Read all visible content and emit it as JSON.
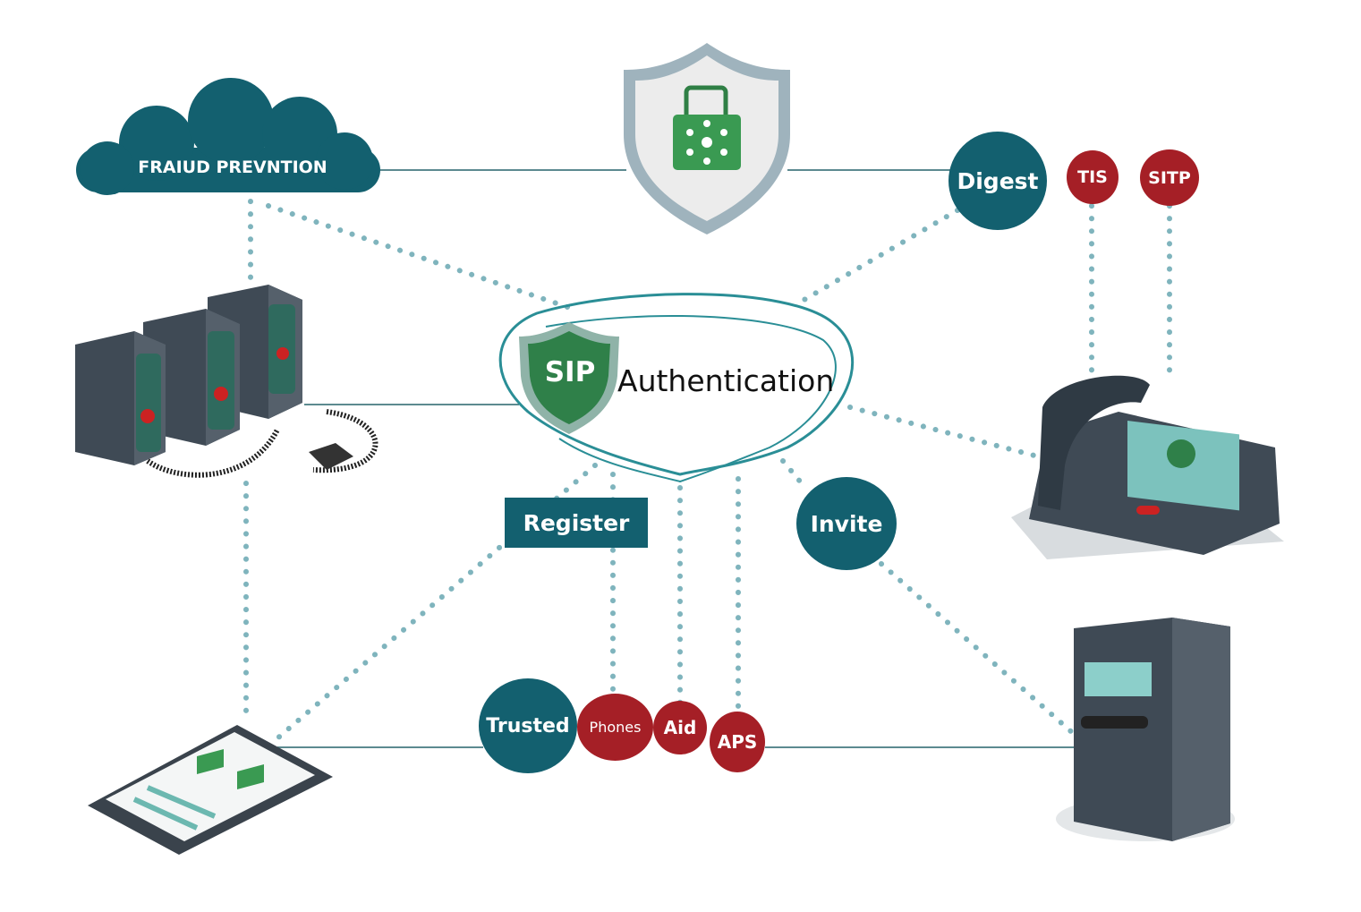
{
  "title": "SIP Authentication",
  "center": {
    "badge": "SIP",
    "label": "Authentication"
  },
  "cloud": {
    "label": "FRAIUD PREVNTION"
  },
  "nodes": {
    "digest": "Digest",
    "tis": "TIS",
    "sitp": "SITP",
    "register": "Register",
    "invite": "Invite",
    "trusted": "Trusted",
    "phones": "Phones",
    "aid": "Aid",
    "aps": "APS"
  },
  "devices": {
    "top_shield": "shield with padlock",
    "left_servers": "server towers with handsets",
    "right_phone": "IP desk phone",
    "right_server": "server with keypad",
    "left_tablet": "tablet"
  },
  "colors": {
    "teal": "#13606f",
    "red": "#a51f26",
    "green": "#2e8b4e",
    "line": "#5c8a90",
    "dot": "#7fb4bd",
    "device": "#3f4a55"
  }
}
